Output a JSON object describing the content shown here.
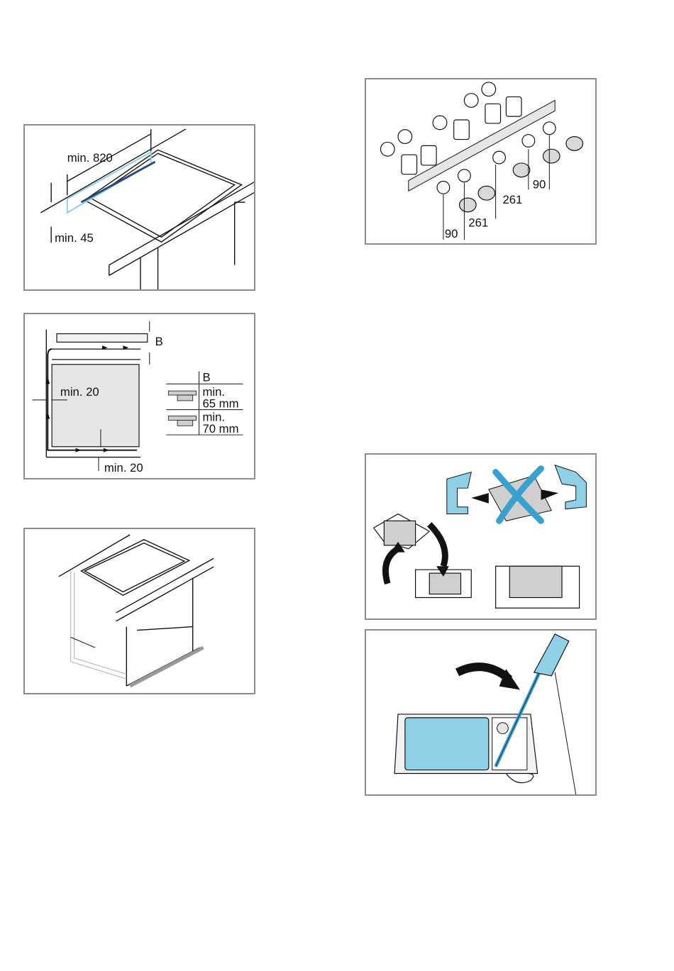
{
  "fig_cutout": {
    "label_width": "min. 820",
    "label_height": "min. 45"
  },
  "fig_ventilation": {
    "label_b": "B",
    "label_side_gap": "min. 20",
    "label_bottom_gap": "min. 20",
    "table": {
      "header": "B",
      "rows": [
        {
          "line1": "min.",
          "line2": "65 mm"
        },
        {
          "line1": "min.",
          "line2": "70 mm"
        }
      ]
    }
  },
  "fig_knobs": {
    "dim_a": "261",
    "dim_b": "90",
    "dim_c": "90",
    "dim_d": "261"
  },
  "colors": {
    "accent": "#8fd0e6",
    "cross": "#3aa0d0",
    "frame": "#8c8c8c"
  },
  "icons": [
    "pry-screwdriver-icon",
    "rotate-arrow-icon",
    "cross-mark-icon"
  ]
}
